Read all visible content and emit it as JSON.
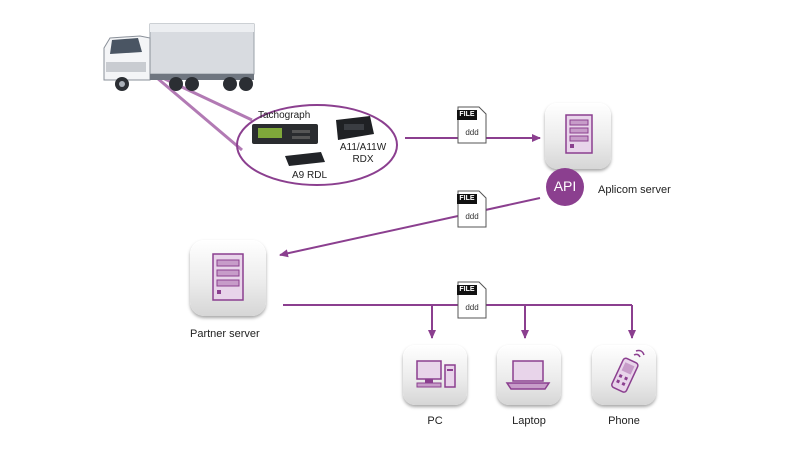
{
  "colors": {
    "accent": "#8b3f8f",
    "accent_light": "#b27ab4",
    "tile_top": "#ffffff",
    "tile_bottom": "#d6d6d6",
    "text": "#222222"
  },
  "vehicle": {
    "icon": "truck-icon",
    "devices": {
      "tachograph": "Tachograph",
      "a11": "A11/A11W",
      "rdx": "RDX",
      "a9": "A9 RDL"
    }
  },
  "files": {
    "tag": "FILE",
    "extension": "ddd"
  },
  "aplicom": {
    "api": "API",
    "label": "Aplicom server"
  },
  "partner": {
    "label": "Partner server"
  },
  "clients": [
    {
      "label": "PC",
      "icon": "pc-icon"
    },
    {
      "label": "Laptop",
      "icon": "laptop-icon"
    },
    {
      "label": "Phone",
      "icon": "phone-icon"
    }
  ]
}
